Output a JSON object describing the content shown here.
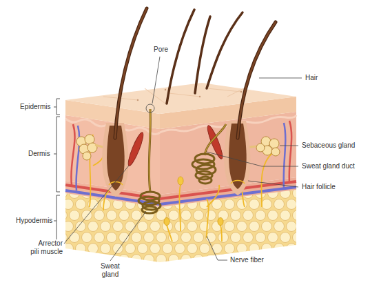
{
  "diagram": {
    "labels": [
      "Pore",
      "Hair",
      "Epidermis",
      "Dermis",
      "Hypodermis",
      "Sebaceous gland",
      "Sweat gland duct",
      "Hair follicle",
      "Arrector pili muscle",
      "Sweat gland",
      "Nerve fiber"
    ]
  }
}
